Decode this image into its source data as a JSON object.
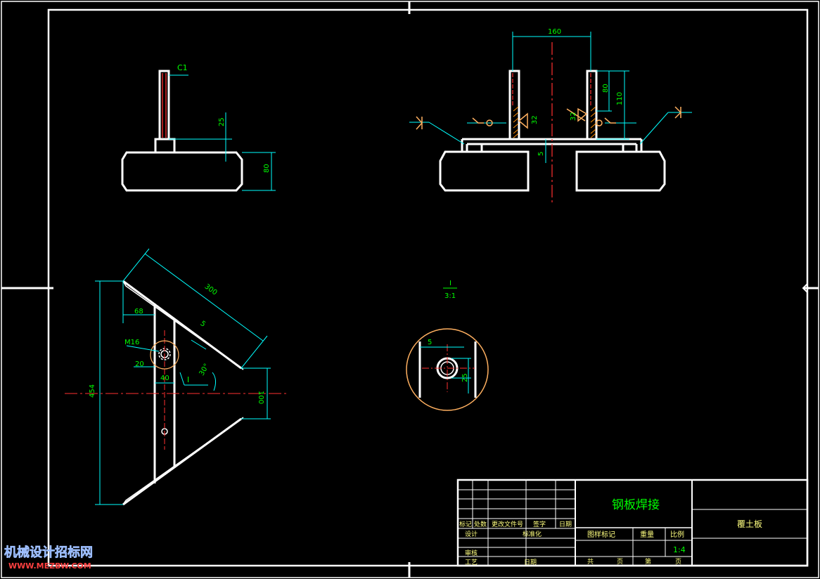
{
  "colors": {
    "background": "#000000",
    "outline": "#ffffff",
    "dimension": "#00ffff",
    "centerline": "#ff0000",
    "hatch": "#ff8c00",
    "weld_symbol": "#ffb060",
    "text_green": "#00ff00",
    "title_text": "#ffff80"
  },
  "views": {
    "side": {
      "chamfer_label": "C1",
      "dim_25": "25",
      "dim_80": "80"
    },
    "front": {
      "dim_160": "160",
      "dim_80": "80",
      "dim_110": "110",
      "dim_5": "5",
      "weld_left": "32",
      "weld_right": "32"
    },
    "top": {
      "dim_300": "300",
      "dim_68": "68",
      "dim_5": "5",
      "thread_label": "M16",
      "dim_20": "20",
      "dim_40": "40",
      "dim_100": "100",
      "dim_454": "454",
      "angle": "30°",
      "section_mark": "I"
    },
    "detail": {
      "label_top": "I",
      "label_scale": "3:1",
      "dim_5": "5",
      "dim_25": "25"
    }
  },
  "title_block": {
    "part_title": "钢板焊接",
    "part_name": "覆土板",
    "rev_headers": [
      "标记",
      "处数",
      "更改文件号",
      "签字",
      "日期"
    ],
    "rows": {
      "design": "设计",
      "standardize": "标准化",
      "check": "审核",
      "process": "工艺",
      "date": "日期"
    },
    "info_headers": [
      "图样标记",
      "重量",
      "比例"
    ],
    "scale_value": "1:4",
    "sheet_total": "共",
    "sheet_label_1": "页",
    "sheet_num": "第",
    "sheet_label_2": "页"
  },
  "watermark": {
    "line1": "机械设计招标网",
    "line2": "WWW.MEZBW.COM"
  }
}
